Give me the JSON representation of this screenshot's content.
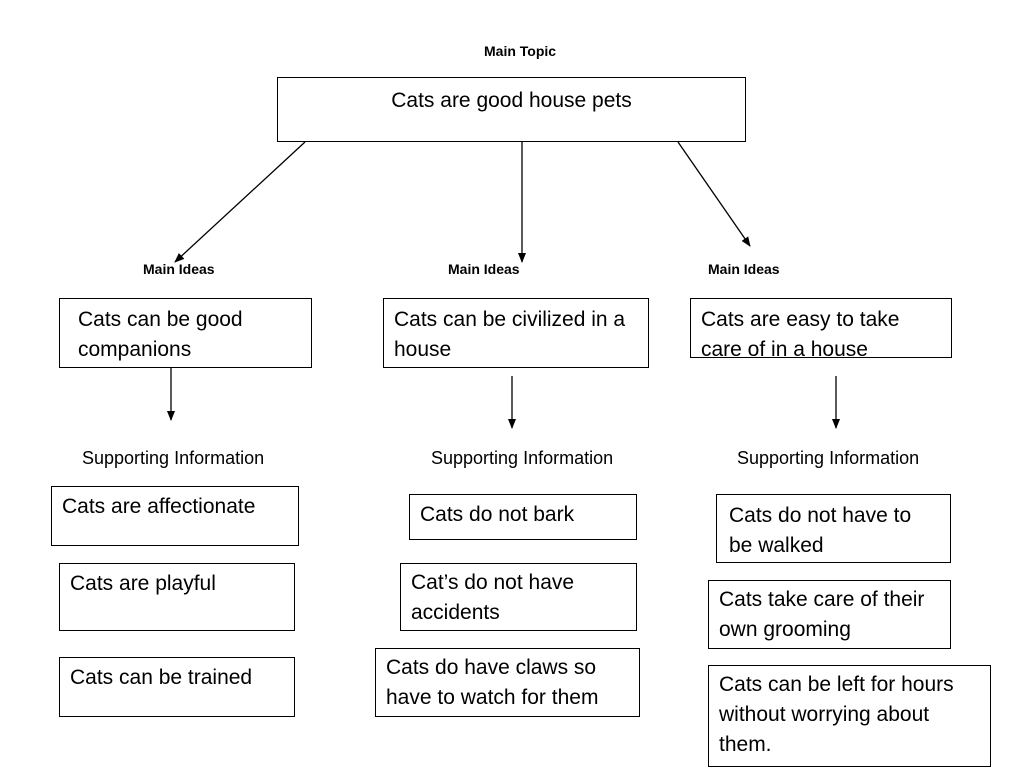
{
  "main_topic": {
    "label": "Main Topic",
    "text": "Cats are good house pets"
  },
  "columns": [
    {
      "heading": "Main Ideas",
      "idea": "Cats can be good companions",
      "support_heading": "Supporting  Information",
      "support": [
        "Cats are affectionate",
        "Cats are playful",
        "Cats can be trained"
      ]
    },
    {
      "heading": "Main Ideas",
      "idea": "Cats can be civilized in a house",
      "support_heading": "Supporting Information",
      "support": [
        "Cats do not bark",
        "Cat’s do not have accidents",
        "Cats do have claws so have to watch for them"
      ]
    },
    {
      "heading": "Main Ideas",
      "idea": "Cats are easy to take care of in a house",
      "support_heading": "Supporting Information",
      "support": [
        "Cats do not have to be walked",
        "Cats take care of their own grooming",
        "Cats can be left for hours without worrying about them."
      ]
    }
  ]
}
